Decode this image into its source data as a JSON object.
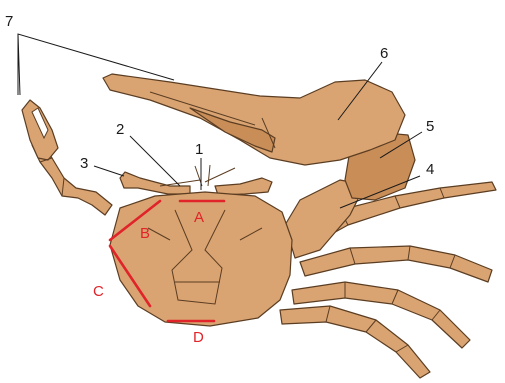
{
  "labels": {
    "numbers": [
      "1",
      "2",
      "3",
      "4",
      "5",
      "6",
      "7"
    ],
    "letters": [
      "A",
      "B",
      "C",
      "D"
    ]
  },
  "colors": {
    "shell": "#d9a472",
    "shell_dark": "#c98d58",
    "outline": "#5b3d22",
    "measure_red": "#e0242a",
    "leader": "#1a1a1a"
  }
}
